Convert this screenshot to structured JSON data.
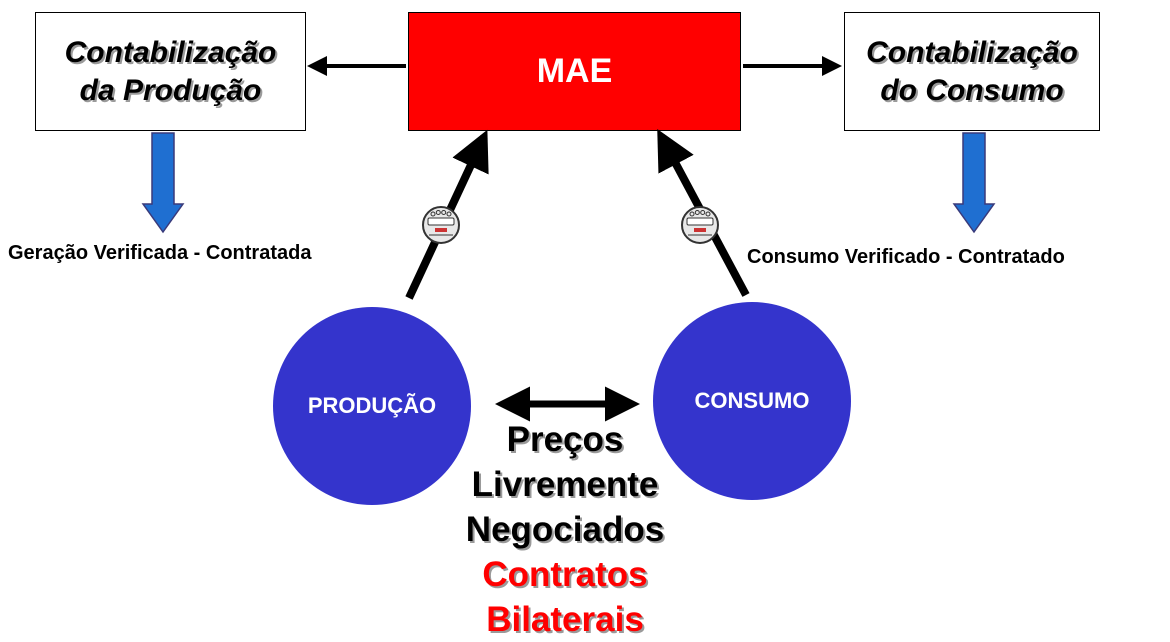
{
  "mae": {
    "label": "MAE"
  },
  "production_accounting": {
    "line1": "Contabilização",
    "line2": "da Produção"
  },
  "consumption_accounting": {
    "line1": "Contabilização",
    "line2": "do Consumo"
  },
  "captions": {
    "generation": "Geração Verificada - Contratada",
    "consumption": "Consumo Verificado - Contratado"
  },
  "nodes": {
    "production": "PRODUÇÃO",
    "consumption": "CONSUMO"
  },
  "center_text": {
    "line1": "Preços",
    "line2": "Livremente",
    "line3": "Negociados",
    "line4": "Contratos",
    "line5": "Bilaterais"
  },
  "colors": {
    "mae_fill": "#ff0000",
    "circle_fill": "#3434cc",
    "down_arrow_fill": "#1f6fd1",
    "contract_text": "#ff0000"
  },
  "icons": {
    "meter": "electricity-meter-icon"
  }
}
